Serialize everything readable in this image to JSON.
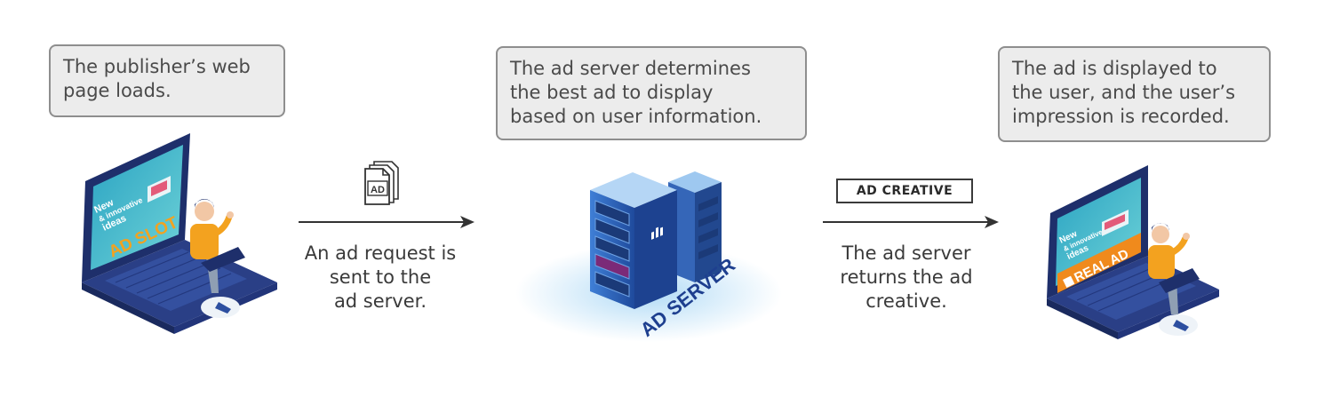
{
  "step1": {
    "lines": [
      "The publisher’s web",
      "page loads."
    ]
  },
  "step2": {
    "lines": [
      "The ad server determines",
      "the best ad to display",
      "based on user information."
    ]
  },
  "step3": {
    "lines": [
      "The ad is displayed to",
      "the user, and the user’s",
      "impression is recorded."
    ]
  },
  "request": {
    "doc_label": "AD",
    "caption": [
      "An ad request is",
      "sent to the",
      "ad server."
    ]
  },
  "response": {
    "tag": "AD CREATIVE",
    "caption": [
      "The ad server",
      "returns the ad",
      "creative."
    ]
  },
  "publisher_laptop": {
    "screen_title": [
      "New",
      "& innovative",
      "ideas"
    ],
    "slot_label": "AD SLOT"
  },
  "server": {
    "label": "AD SERVER"
  },
  "user_laptop": {
    "screen_title": [
      "New",
      "& innovative",
      "ideas"
    ],
    "ad_label": "REAL AD"
  },
  "colors": {
    "navy": "#1e2f6b",
    "blue": "#2d4fa0",
    "screen": "#3fb6c9",
    "orange": "#f3a21f",
    "ad_orange": "#f08a1c",
    "arrow": "#333333"
  }
}
